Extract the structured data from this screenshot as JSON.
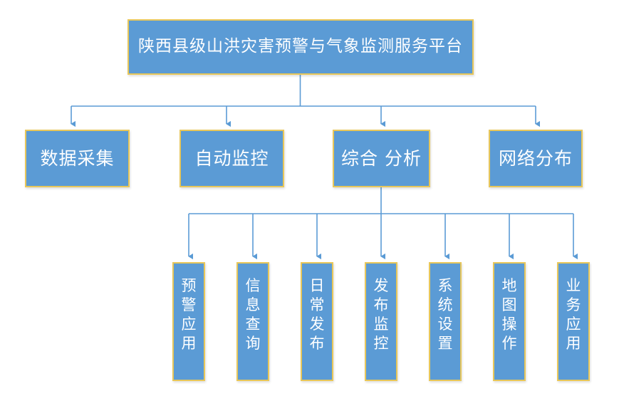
{
  "diagram": {
    "title": "陕西县级山洪灾害预警与气象监测服务平台",
    "colors": {
      "node_fill": "#5B9BD5",
      "node_border": "#E8C75A",
      "node_text": "#FFFFFF",
      "connector": "#5B9BD5",
      "background": "#FFFFFF"
    },
    "root": {
      "label": "陕西县级山洪灾害预警与气象监测服务平台"
    },
    "level2": [
      {
        "label": "数据采集"
      },
      {
        "label": "自动监控"
      },
      {
        "label": "综合 分析"
      },
      {
        "label": "网络分布"
      }
    ],
    "level3": [
      {
        "label": "预警应用"
      },
      {
        "label": "信息查询"
      },
      {
        "label": "日常发布"
      },
      {
        "label": "发布监控"
      },
      {
        "label": "系统设置"
      },
      {
        "label": "地图操作"
      },
      {
        "label": "业务应用"
      }
    ]
  }
}
